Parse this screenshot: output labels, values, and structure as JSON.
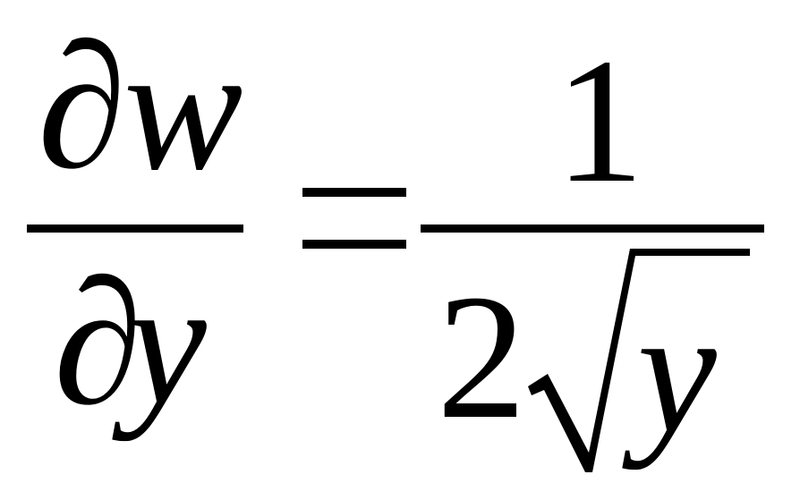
{
  "equation": {
    "lhs": {
      "numerator": {
        "partial": "∂",
        "variable": "w"
      },
      "denominator": {
        "partial": "∂",
        "variable": "y"
      }
    },
    "relation": "=",
    "rhs": {
      "numerator": "1",
      "denominator": {
        "coefficient": "2",
        "radicand": "y"
      }
    }
  }
}
